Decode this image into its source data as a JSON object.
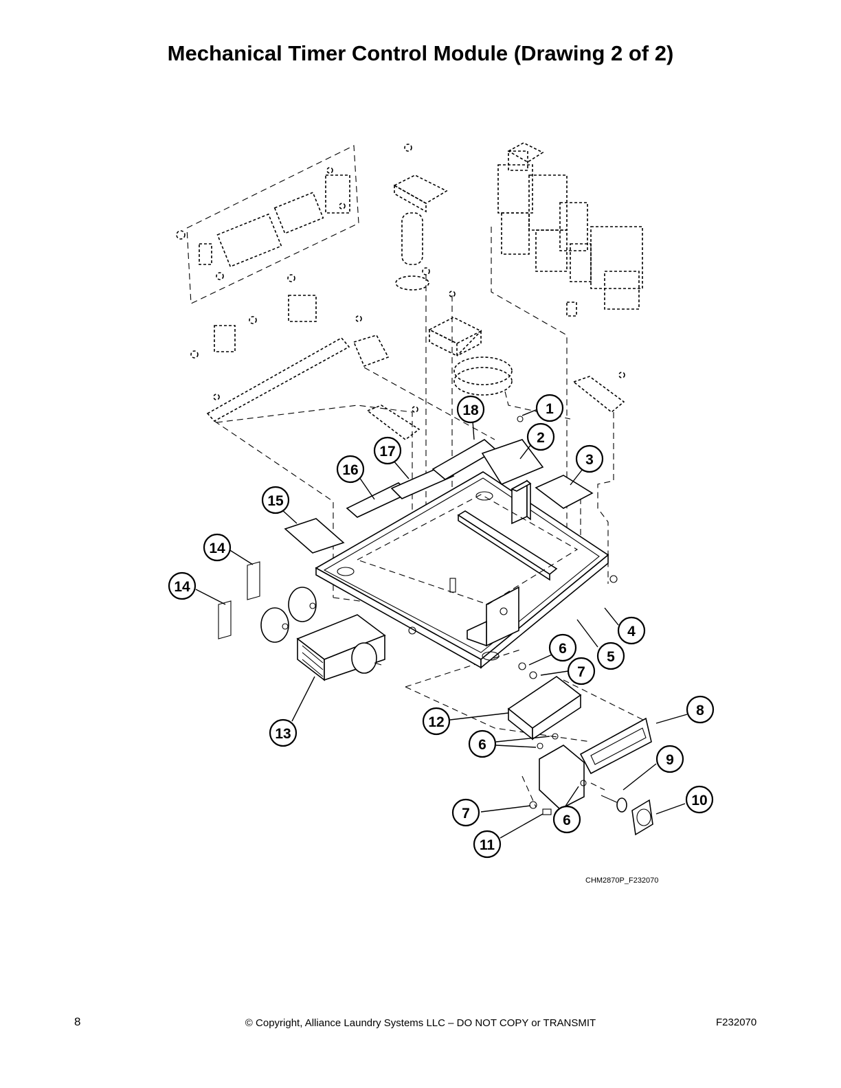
{
  "page": {
    "title": "Mechanical Timer Control Module (Drawing 2 of 2)",
    "drawing_code": "CHM2870P_F232070",
    "page_number": "8",
    "copyright": "© Copyright, Alliance Laundry Systems LLC – DO NOT COPY or TRANSMIT",
    "document_id": "F232070"
  },
  "callouts": [
    {
      "id": "c1",
      "label": "1"
    },
    {
      "id": "c2",
      "label": "2"
    },
    {
      "id": "c3",
      "label": "3"
    },
    {
      "id": "c4",
      "label": "4"
    },
    {
      "id": "c5",
      "label": "5"
    },
    {
      "id": "c6a",
      "label": "6"
    },
    {
      "id": "c7a",
      "label": "7"
    },
    {
      "id": "c8",
      "label": "8"
    },
    {
      "id": "c9",
      "label": "9"
    },
    {
      "id": "c10",
      "label": "10"
    },
    {
      "id": "c6b",
      "label": "6"
    },
    {
      "id": "c6c",
      "label": "6"
    },
    {
      "id": "c7b",
      "label": "7"
    },
    {
      "id": "c11",
      "label": "11"
    },
    {
      "id": "c12",
      "label": "12"
    },
    {
      "id": "c13",
      "label": "13"
    },
    {
      "id": "c14a",
      "label": "14"
    },
    {
      "id": "c14b",
      "label": "14"
    },
    {
      "id": "c15",
      "label": "15"
    },
    {
      "id": "c16",
      "label": "16"
    },
    {
      "id": "c17",
      "label": "17"
    },
    {
      "id": "c18",
      "label": "18"
    }
  ]
}
